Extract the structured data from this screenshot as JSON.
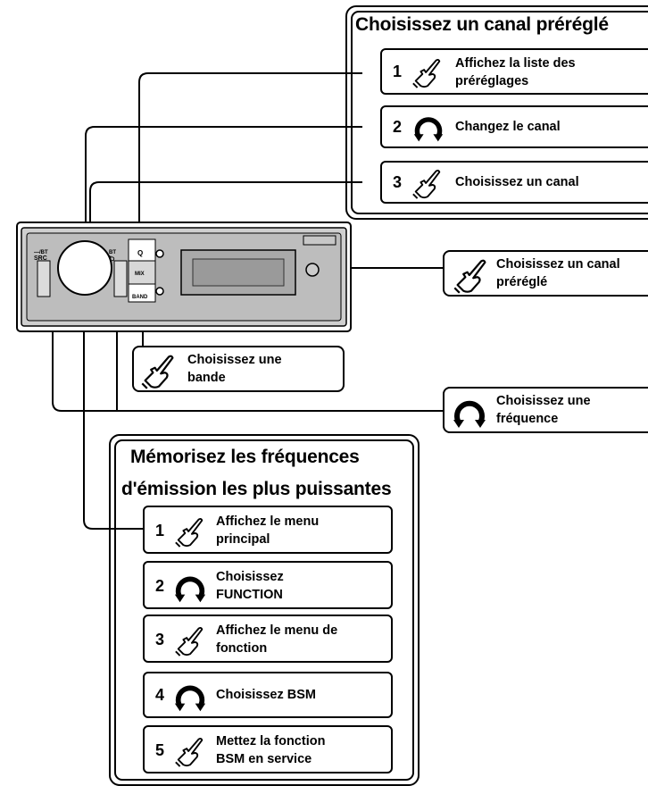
{
  "preset_panel": {
    "title": "Choisissez un canal préréglé",
    "steps": [
      {
        "num": "1",
        "icon": "hand-press-icon",
        "text": "Affichez la liste des\npréréglages"
      },
      {
        "num": "2",
        "icon": "rotate-knob-icon",
        "text": "Changez le canal"
      },
      {
        "num": "3",
        "icon": "hand-press-icon",
        "text": "Choisissez un canal"
      }
    ]
  },
  "callouts": {
    "preset_buttons": {
      "icon": "hand-press-icon",
      "text": "Choisissez un canal\npréréglé"
    },
    "band": {
      "icon": "hand-press-icon",
      "text": "Choisissez une\nbande"
    },
    "frequency": {
      "icon": "rotate-knob-icon",
      "text": "Choisissez une\nfréquence"
    }
  },
  "bsm_panel": {
    "title_line1": "Mémorisez les fréquences",
    "title_line2": "d'émission les plus puissantes",
    "steps": [
      {
        "num": "1",
        "icon": "hand-press-icon",
        "text": "Affichez le menu\nprincipal"
      },
      {
        "num": "2",
        "icon": "rotate-knob-icon",
        "text": "Choisissez\nFUNCTION"
      },
      {
        "num": "3",
        "icon": "hand-press-icon",
        "text": "Affichez le menu de\nfonction"
      },
      {
        "num": "4",
        "icon": "rotate-knob-icon",
        "text": "Choisissez BSM"
      },
      {
        "num": "5",
        "icon": "hand-press-icon",
        "text": "Mettez la fonction\nBSM en service"
      }
    ]
  },
  "device": {
    "src_label": "SRC",
    "src_sublabel": "—/BT",
    "back_label": "⮌",
    "back_sublabel": "BT",
    "mix_label": "MIX",
    "band_label": "BAND",
    "search_label": "Q"
  }
}
